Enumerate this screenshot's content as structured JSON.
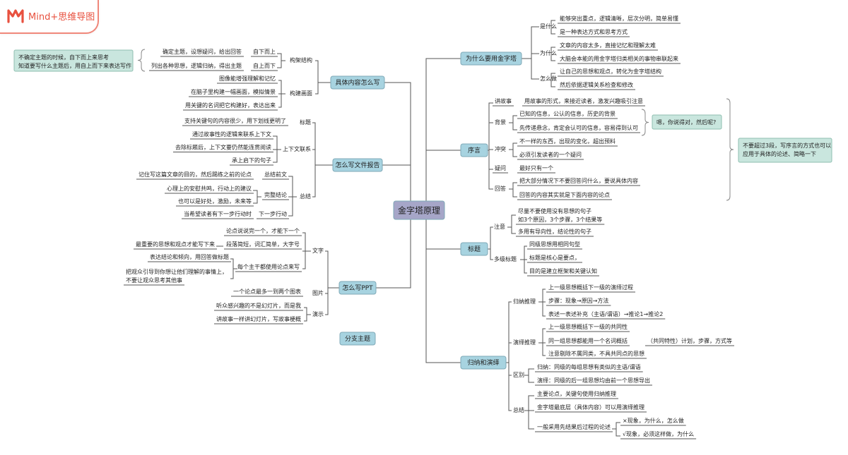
{
  "app": {
    "name": "Mind+思维导图",
    "icon": "mindplus-logo-icon"
  },
  "colors": {
    "central_bg": "#a6a6c8",
    "branch_bg": "#a7d3e0",
    "note_bg": "#c9e6de",
    "line": "#555555",
    "accent": "#e8513f"
  },
  "central": "金字塔原理",
  "branches": {
    "why": "为什么要用金字塔",
    "preface": "序言",
    "title": "标题",
    "reasoning": "归纳和演绎",
    "concrete": "具体内容怎么写",
    "report": "怎么写文件报告",
    "ppt": "怎么写PPT",
    "sub": "分支主题"
  },
  "why": {
    "what": "是什么",
    "what_items": [
      "能够突出重点，逻辑清晰，层次分明，简单易懂",
      "是一种表达方式和思考方式"
    ],
    "why_label": "为什么",
    "why_items": [
      "文章的内容太多，直接记忆和理解太难",
      "大脑会本能的用金字塔归类相关的事物串联起来"
    ],
    "how": "怎么做",
    "how_items": [
      "让自己的思想和观点，转化为金字塔结构",
      "然后依据逻辑关系检查和修改"
    ]
  },
  "preface": {
    "story": "讲故事",
    "story_text": "用故事的形式，来接近读者，激发兴趣吸引注意",
    "background": "背景",
    "background_items": [
      "已知的信息，公认的信息，历史的背景",
      "先传递悬念，肯定会认可的信息，容易得到认可"
    ],
    "conflict": "冲突",
    "conflict_items": [
      "不一样的东西，出现的变化，超出预料",
      "必须引发读者的一个疑问"
    ],
    "question": "疑问",
    "question_text": "最好只有一个",
    "answer": "回答",
    "answer_items": [
      "把大部分情况下不要回答问什么，要说具体内容",
      "回答的内容其实就是下面内容的论点"
    ],
    "note1": "嗯，你说得对，然后呢?",
    "note2": [
      "不要超过3段，写序言的方式也可以",
      "应用于具体的论述、简略一下"
    ]
  },
  "title": {
    "attention": "注意",
    "attention_items": [
      "尽量不要使用没有思想的句子",
      "如3个原因，3个步骤，3个结果等",
      "多用有导向性，结论性的句子"
    ],
    "multi": "多级标题",
    "multi_items": [
      "同级思想用相同句型",
      "标题是核心是要点，",
      "目的是建立框架和关键认知"
    ]
  },
  "reasoning": {
    "induction": "归纳推理",
    "induction_items": [
      "上一级思想概括下一级的演绎过程",
      "步骤：现象→原因→方法",
      "表述一表述补充（主语/谓语）→推论1→推论2"
    ],
    "deduction": "演绎推理",
    "deduction_items": [
      "上一级思想概括下一级的共同性",
      "同一组思想都能用一个名词概括",
      "（共同特性）计划，步骤，方式等",
      "注意剔除不属同类，不具共同点的思想"
    ],
    "diff": "区别",
    "diff_items": [
      "归纳：同级的每组思想有类似的主语/谓语",
      "演绎：同级的后一组思想均由前一个思想导出"
    ],
    "summary": "总结",
    "summary_items": [
      "主要论点，关键句使用归纳推理",
      "金字塔最底层（具体内容）可以用演绎推理",
      "一般采用先结果后过程的论述"
    ],
    "summary_sub": [
      "×现象，为什么，怎么做",
      "√现象，必须这样做，为什么"
    ]
  },
  "concrete": {
    "structure": "构架结构",
    "structure_items": [
      "确定主题，设想疑问，给出回答",
      "列出各种思想，逻辑归纳，得出主题"
    ],
    "structure_tags": [
      "自下而上",
      "自上而下"
    ],
    "note": [
      "不确定主题的时候，自下而上来思考",
      "知道要写什么主题后，用自上而下来表达写作"
    ],
    "picture": "构建画面",
    "picture_items": [
      "图像能增强理解和记忆",
      "在脑子里构建一幅画面，模拟情景",
      "用关键的名词把它构建好，表达出来"
    ]
  },
  "report": {
    "heading": "标题",
    "heading_item": "支持关键句的内容很少，用下划线更明了",
    "context": "上下文联系",
    "context_items": [
      "通过故事性的逻辑来联系上下文",
      "去除标题后，上下文要仍然能连贯阅读",
      "承上启下的句子"
    ],
    "summary": "总结",
    "summary_parts": [
      "总结前文",
      "完整结论",
      "下一步行动"
    ],
    "summary_items": [
      "记住写这篇文章的目的，然后踢练之前的论点",
      "心理上的安慰共鸣，行动上的建议",
      "也可以是好处，激励，未来等",
      "当希望读者有下一步行动时"
    ]
  },
  "ppt": {
    "text": "文字",
    "text_items": [
      "论点说说完一个，才能下一个",
      "最重要的思想和观点才能写下来",
      "段落简短，词汇简单，大字号",
      "表达结论和倾向，用回答做标题",
      "把观众引导到你想让他们理解的事情上，",
      "不要让观众思考其他事"
    ],
    "text_tag": "每个主干都使用论点来写",
    "image": "图片",
    "image_item": "一个论点最多一到两个图表",
    "show": "演示",
    "show_items": [
      "听众感兴趣的不是幻灯片，而是我",
      "讲故事一样讲幻灯片，写故事梗概"
    ]
  }
}
